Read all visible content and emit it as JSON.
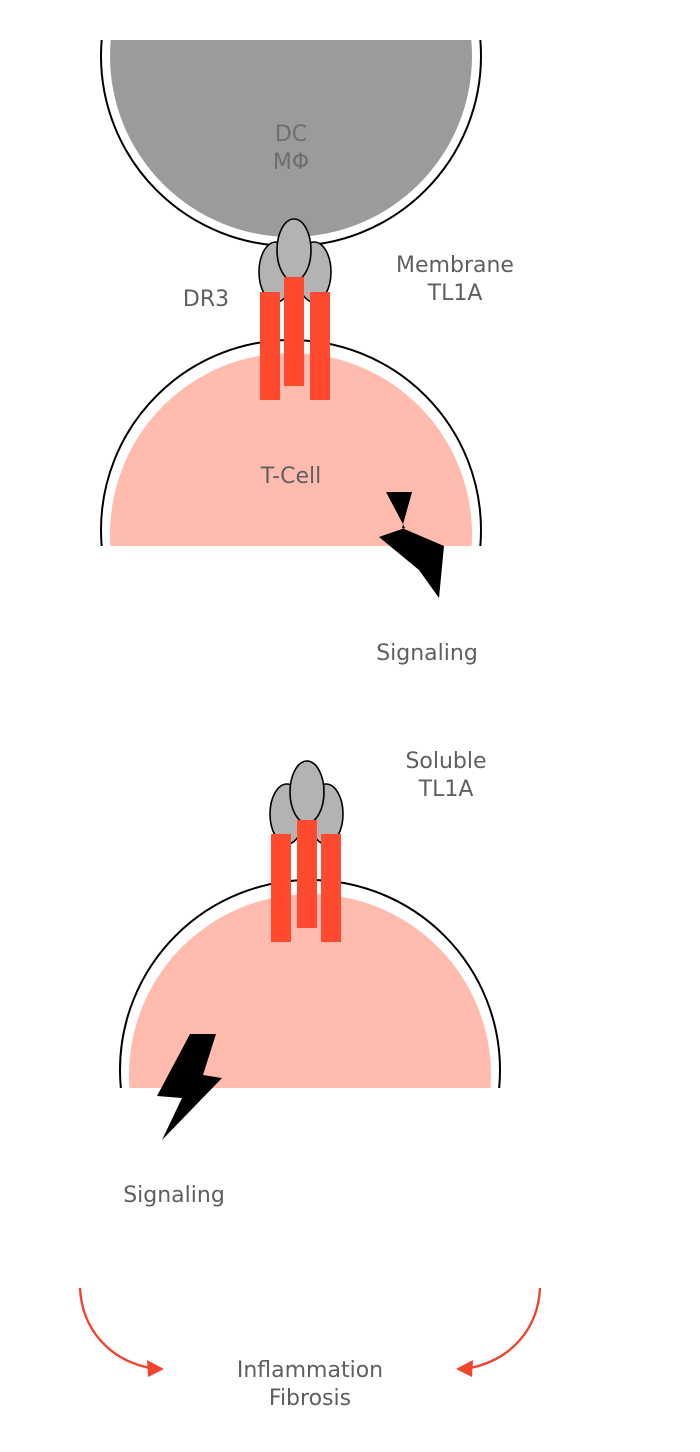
{
  "dc_cell": {
    "line1": "DC",
    "line2": "MΦ"
  },
  "membrane_panel": {
    "receptor_label": "DR3",
    "ligand_label": {
      "line1": "Membrane",
      "line2": "TL1A"
    },
    "cell_label": "T-Cell",
    "signal_label": "Signaling"
  },
  "soluble_panel": {
    "ligand_label": {
      "line1": "Soluble",
      "line2": "TL1A"
    },
    "signal_label": "Signaling"
  },
  "outcome": {
    "line1": "Inflammation",
    "line2": "Fibrosis"
  },
  "colors": {
    "dc_fill": "#9b9b9b",
    "tcell_fill": "#ffbcae",
    "receptor": "#ff4a30",
    "ligand": "#b3b3b3",
    "arrow": "#f0442d",
    "bolt": "#000000",
    "text": "#5f5f63"
  },
  "icons": [
    "lightning-bolt-icon",
    "curved-arrow-icon"
  ]
}
